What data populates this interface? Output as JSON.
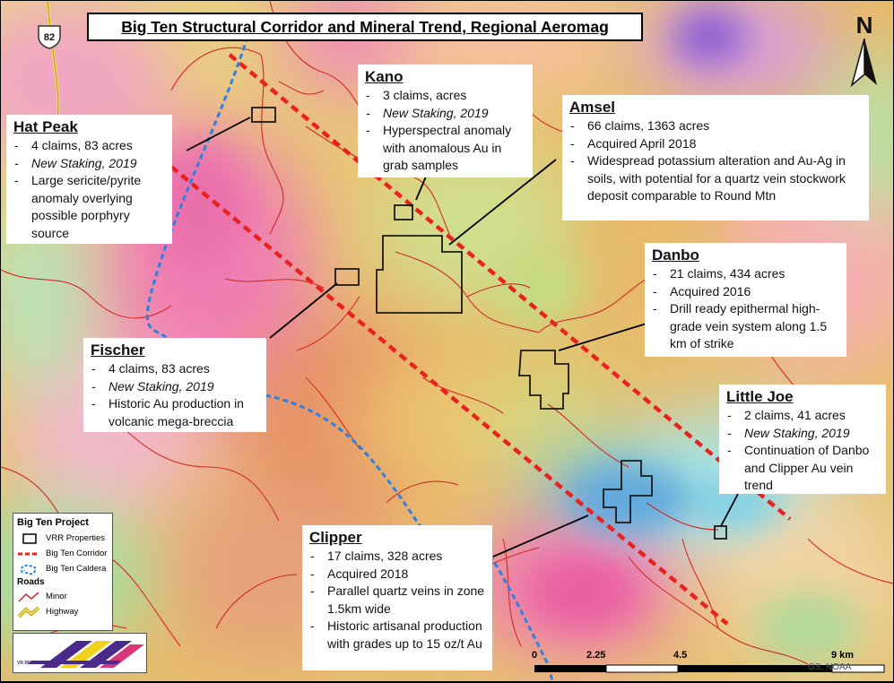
{
  "title": "Big Ten Structural Corridor and Mineral Trend, Regional Aeromag",
  "north_label": "N",
  "highway_label": "82",
  "callouts": {
    "hat_peak": {
      "name": "Hat Peak",
      "lines": [
        "4 claims, 83 acres",
        "New Staking, 2019",
        "Large sericite/pyrite anomaly overlying possible porphyry source"
      ]
    },
    "kano": {
      "name": "Kano",
      "lines": [
        "3 claims, acres",
        "New Staking, 2019",
        "Hyperspectral anomaly with anomalous Au in grab samples"
      ]
    },
    "amsel": {
      "name": "Amsel",
      "lines": [
        "66 claims, 1363 acres",
        "Acquired April 2018",
        "Widespread potassium alteration and Au-Ag in soils, with potential for a quartz vein stockwork deposit comparable to Round Mtn"
      ]
    },
    "danbo": {
      "name": "Danbo",
      "lines": [
        "21 claims, 434 acres",
        "Acquired 2016",
        "Drill ready epithermal high-grade vein system along 1.5 km of strike"
      ]
    },
    "fischer": {
      "name": "Fischer",
      "lines": [
        "4 claims, 83 acres",
        "New Staking, 2019",
        "Historic Au production in volcanic mega-breccia"
      ]
    },
    "little_joe": {
      "name": "Little Joe",
      "lines": [
        "2 claims, 41 acres",
        "New Staking, 2019",
        "Continuation of Danbo and Clipper Au vein trend"
      ]
    },
    "clipper": {
      "name": "Clipper",
      "lines": [
        "17 claims, 328 acres",
        "Acquired 2018",
        "Parallel quartz veins in zone 1.5km wide",
        "Historic artisanal production with grades up to 15 oz/t Au"
      ]
    }
  },
  "legend": {
    "title": "Big Ten Project",
    "items": [
      "VRR Properties",
      "Big Ten Corridor",
      "Big Ten Caldera"
    ],
    "roads_heading": "Roads",
    "road_items": [
      "Minor",
      "Highway"
    ]
  },
  "logo_text": "VR RESOURCES",
  "scale": {
    "labels": [
      "0",
      "2.25",
      "4.5",
      "9 km"
    ]
  },
  "credit": "GS, NOAA",
  "colors": {
    "corridor": "#e8231f",
    "caldera": "#2c82e0",
    "roads": "#d12a2a",
    "property": "#1a1a1a"
  }
}
